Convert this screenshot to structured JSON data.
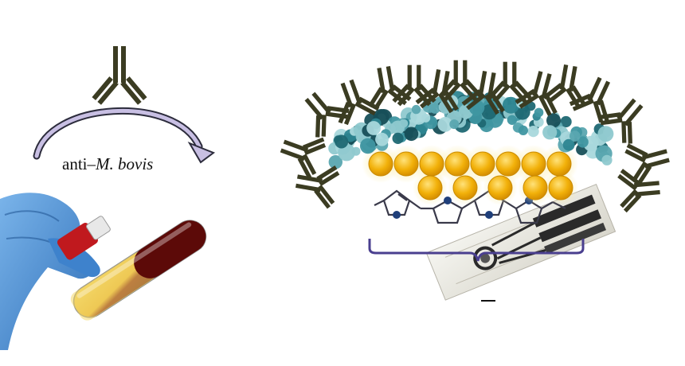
{
  "caption": {
    "prefix": "anti–",
    "italic": "M. bovis"
  },
  "colors": {
    "antibody": "#3b3c22",
    "protein_light": "#8fc9cf",
    "protein_dark": "#1f6873",
    "gold_nanoparticle": "#f2b10a",
    "gold_glow": "#fbe99a",
    "polypyrrole": "#3a3a4a",
    "bracket": "#4a3f8f",
    "arrow": "#c8bfe3",
    "glove": "#4a90d6",
    "blood": "#5c0a08",
    "tube_cap": "#c0191e"
  },
  "icons": {
    "antibody": "y-shaped-antibody-icon",
    "curved_arrow": "curved-arrow-icon",
    "blood_tube": "blood-sample-tube-image",
    "gold_np": "gold-nanoparticle-icon",
    "electrode": "screen-printed-electrode-image"
  }
}
